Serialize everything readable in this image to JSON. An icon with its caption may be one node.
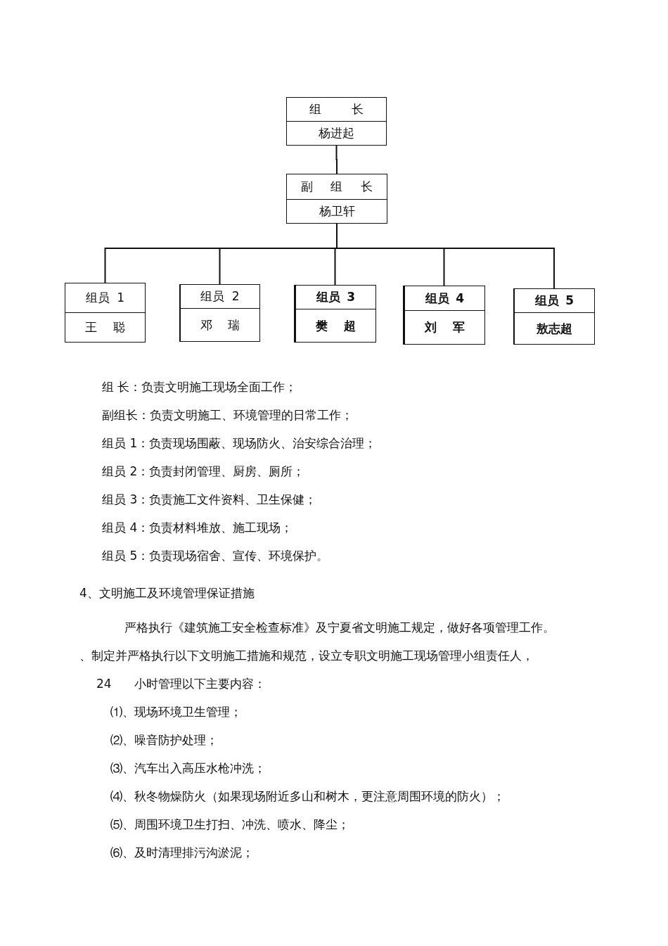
{
  "diagram": {
    "nodes": [
      {
        "text": [
          "组 长",
          "杨进起"
        ]
      },
      {
        "text": [
          "副 组 长",
          "杨卫轩"
        ]
      },
      {
        "text": [
          "组员 1",
          "王 聪"
        ]
      },
      {
        "text": [
          "组员 2",
          "邓 瑞"
        ]
      },
      {
        "text": [
          "组员 3",
          "樊 超"
        ]
      },
      {
        "text": [
          "组员 4",
          "刘 军"
        ]
      },
      {
        "text": [
          "组员 5",
          "敖志超"
        ]
      }
    ],
    "edges": [
      {
        "from": 0,
        "to": 1,
        "arrow": "none"
      },
      {
        "from": 1,
        "to": 2,
        "arrow": "none"
      },
      {
        "from": 1,
        "to": 3,
        "arrow": "none"
      },
      {
        "from": 1,
        "to": 4,
        "arrow": "none"
      },
      {
        "from": 1,
        "to": 5,
        "arrow": "none"
      },
      {
        "from": 1,
        "to": 6,
        "arrow": "none"
      }
    ],
    "labels": [
      "组 长：负责文明施工现场全面工作；",
      "副组长：负责文明施工、环境管理的日常工作；",
      "组员 1：负责现场围蔽、现场防火、治安综合治理；",
      "组员 2：负责封闭管理、厨房、厕所；",
      "组员 3：负责施工文件资料、卫生保健；",
      "组员 4：负责材料堆放、施工现场；",
      "组员 5：负责现场宿舍、宣传、环境保护。",
      "4、文明施工及环境管理保证措施",
      "严格执行《建筑施工安全检查标准》及宁夏省文明施工规定，做好各项管理工作。",
      "、制定并严格执行以下文明施工措施和规范，设立专职文明施工现场管理小组责任人，",
      "24 小时管理以下主要内容：",
      "⑴、现场环境卫生管理；",
      "⑵、噪音防护处理；",
      "⑶、汽车出入高压水枪冲洗；",
      "⑷、秋冬物燥防火（如果现场附近多山和树木，更注意周围环境的防火）；",
      "⑸、周围环境卫生打扫、冲洗、喷水、降尘；",
      "⑹、及时清理排污沟淤泥；"
    ]
  }
}
